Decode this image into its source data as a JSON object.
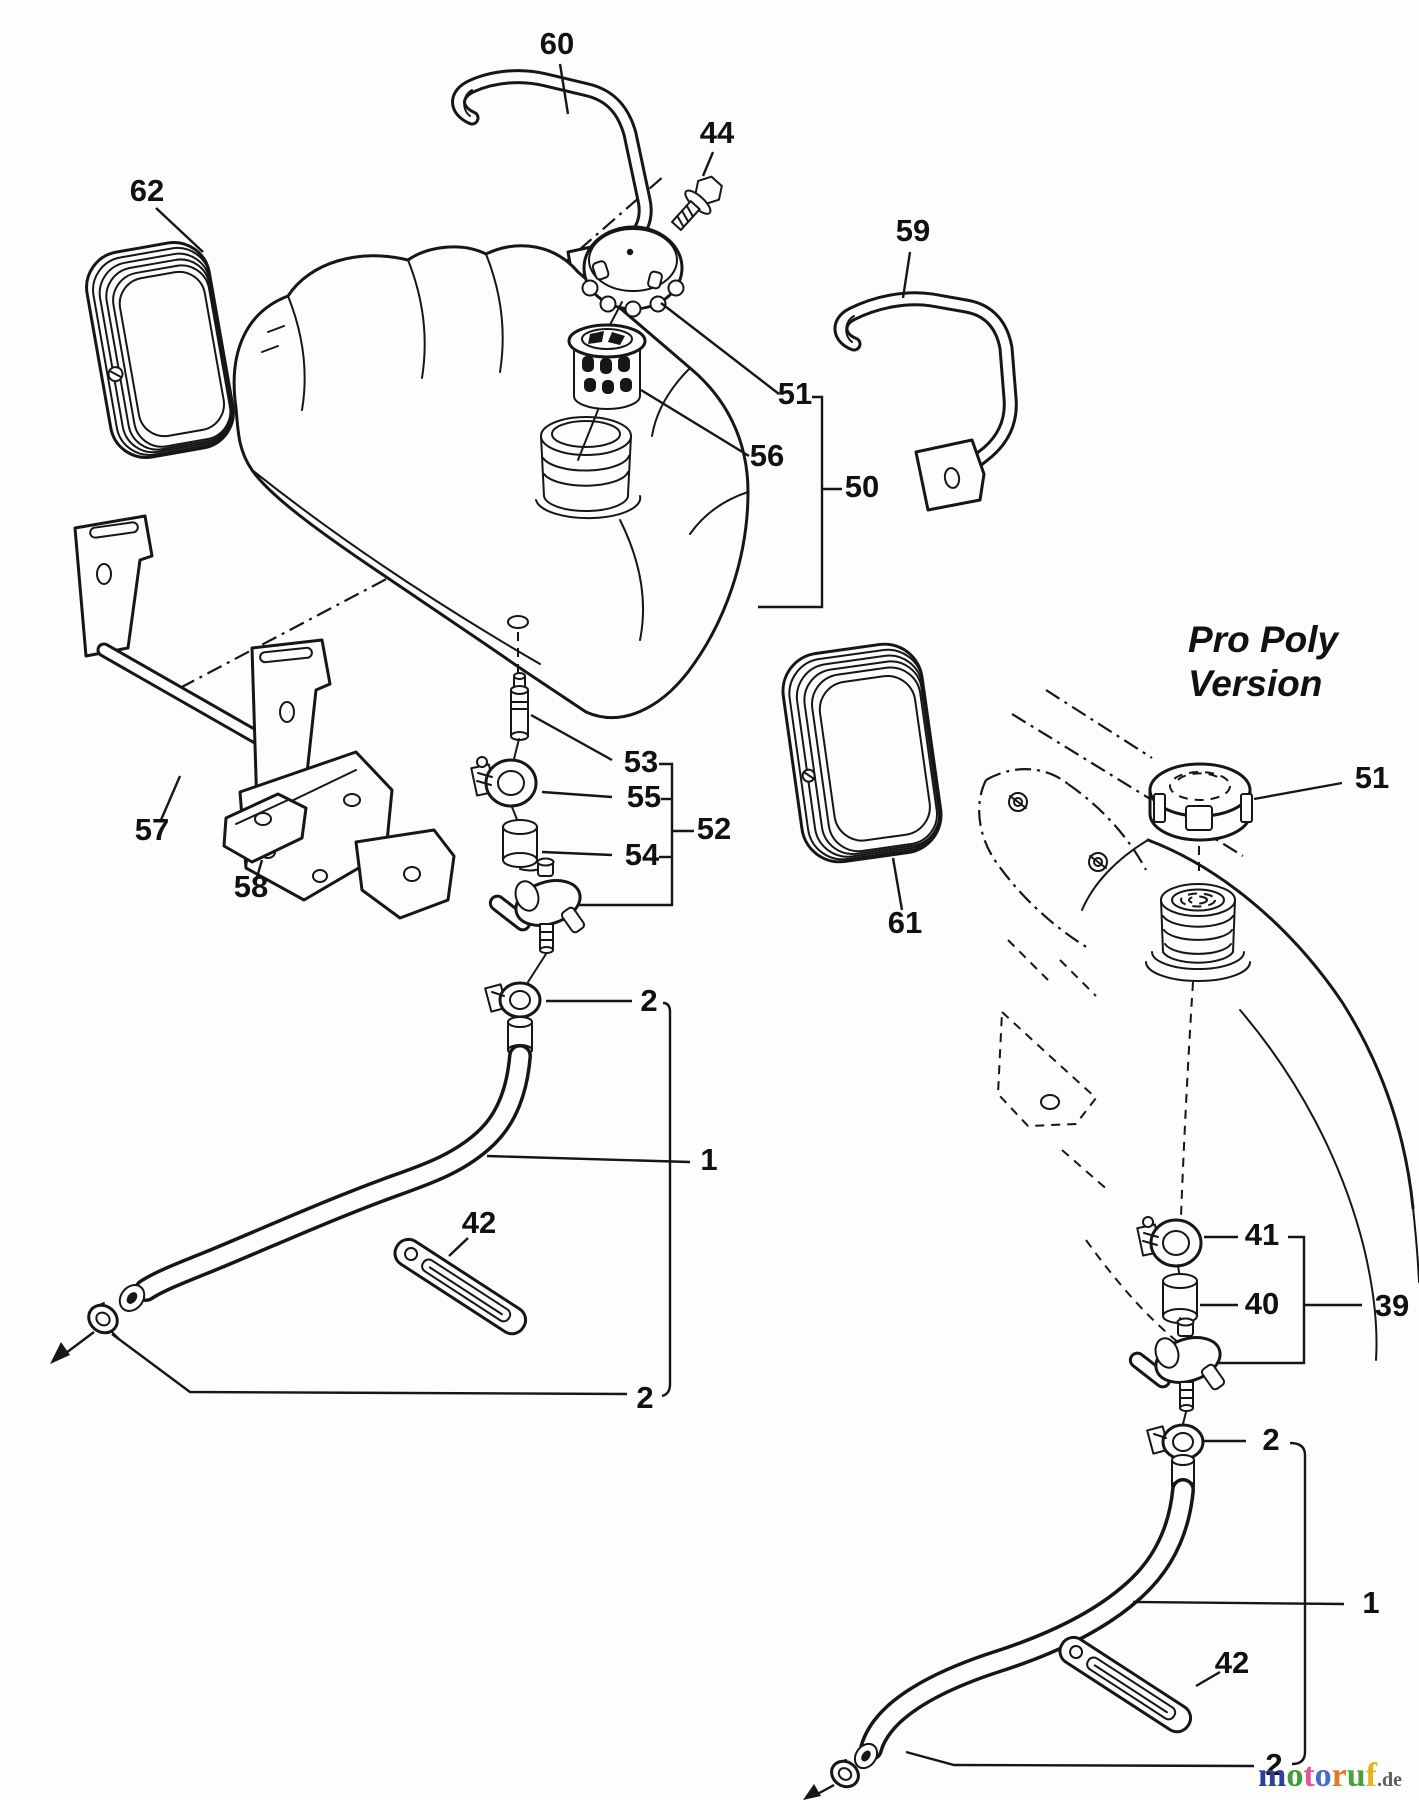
{
  "colors": {
    "background": "#fdfdfb",
    "ink": "#161616",
    "watermark_suffix": "#5a5a5a"
  },
  "heading": {
    "line1": "Pro Poly",
    "line2": "Version"
  },
  "part_labels": {
    "n1": "1",
    "n2": "2",
    "n39": "39",
    "n40": "40",
    "n41": "41",
    "n42": "42",
    "n44": "44",
    "n50": "50",
    "n51": "51",
    "n52": "52",
    "n53": "53",
    "n54": "54",
    "n55": "55",
    "n56": "56",
    "n57": "57",
    "n58": "58",
    "n59": "59",
    "n60": "60",
    "n61": "61",
    "n62": "62"
  },
  "watermark": {
    "letters": [
      {
        "ch": "m",
        "color": "#2e3f96"
      },
      {
        "ch": "o",
        "color": "#3f9b3b"
      },
      {
        "ch": "t",
        "color": "#e0559c"
      },
      {
        "ch": "o",
        "color": "#4b6cc4"
      },
      {
        "ch": "r",
        "color": "#e2762b"
      },
      {
        "ch": "u",
        "color": "#4da03f"
      },
      {
        "ch": "f",
        "color": "#e6b220"
      }
    ],
    "suffix": ".de"
  }
}
